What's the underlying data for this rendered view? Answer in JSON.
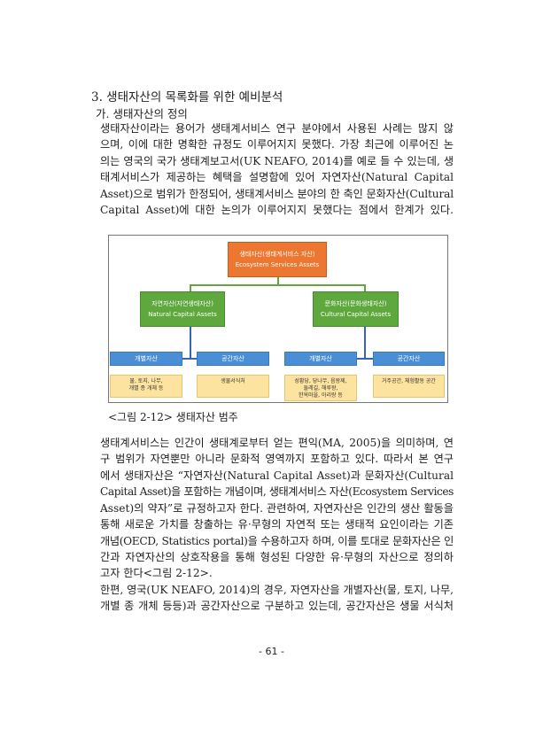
{
  "section_heading": "3.  생태자산의 목록화를 위한 예비분석",
  "subsection_heading": "가.  생태자산의 정의",
  "paragraph1": [
    "  생태자산이라는 용어가 생태계서비스 연구 분야에서 사용된 사례는 많지 않",
    "으며, 이에 대한 명확한 규정도 이루어지지 못했다. 가장 최근에 이루어진 논",
    "의는 영국의 국가 생태계보고서(UK NEAFO, 2014)를 예로 들 수 있는데, 생",
    "태계서비스가 제공하는 혜택을 설명함에 있어 자연자산(Natural Capital",
    "Asset)으로 범위가 한정되어, 생태계서비스 분야의 한 축인 문화자산(Cultural",
    "Capital Asset)에 대한 논의가 이루어지지 못했다는 점에서 한계가 있다."
  ],
  "diagram": {
    "root": {
      "ko": "생태자산(생태계서비스 자산)",
      "en": "Ecosystem Services Assets"
    },
    "natural": {
      "ko": "자연자산(자연생태자산)",
      "en": "Natural Capital Assets"
    },
    "cultural": {
      "ko": "문화자산(문화생태자산)",
      "en": "Cultural Capital Assets"
    },
    "leaves": [
      {
        "label": "개별자산",
        "examples": [
          "물, 토지, 나무,",
          "개별 종 개체 등"
        ]
      },
      {
        "label": "공간자산",
        "examples": [
          "생물서식처"
        ]
      },
      {
        "label": "개별자산",
        "examples": [
          "성황당, 당나무, 음왕제,",
          "둘레길, 해루왕,",
          "한옥마을, 아리랑 등"
        ]
      },
      {
        "label": "공간자산",
        "examples": [
          "거주공간, 체험활동 공간"
        ]
      }
    ]
  },
  "caption": "<그림 2-12> 생태자산 범주",
  "paragraph2": [
    "  생태계서비스는 인간이 생태계로부터 얻는 편익(MA, 2005)을 의미하며, 연",
    "구 범위가 자연뿐만 아니라 문화적 영역까지 포함하고 있다. 따라서 본 연구",
    "에서 생태자산은 “자연자산(Natural Capital Asset)과 문화자산(Cultural",
    "Capital Asset)을 포함하는 개념이며, 생태계서비스 자산(Ecosystem Services",
    "Asset)의 약자”로 규정하고자 한다. 관련하여, 자연자산은 인간의 생산 활동을",
    "통해 새로운 가치를 창출하는 유·무형의 자연적 또는 생태적 요인이라는 기존",
    "개념(OECD, Statistics portal)을 수용하고자 하며, 이를 토대로 문화자산은 인",
    "간과 자연자산의 상호작용을 통해 형성된 다양한 유·무형의 자산으로 정의하",
    "고자 한다<그림 2-12>."
  ],
  "paragraph3": [
    "  한편, 영국(UK NEAFO, 2014)의 경우, 자연자산을 개별자산(물, 토지, 나무,",
    "개별 종 개체 등등)과 공간자산으로 구분하고 있는데, 공간자산은 생물 서식처"
  ],
  "page_number": "- 61 -"
}
